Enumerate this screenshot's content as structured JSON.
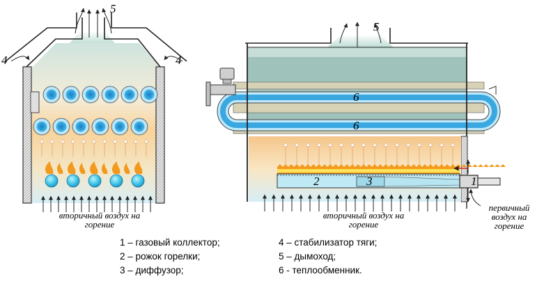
{
  "callouts": {
    "left": {
      "n4_left": "4",
      "n4_right": "4",
      "n5": "5"
    },
    "right": {
      "n5": "5",
      "n6_top": "6",
      "n6_bottom": "6",
      "n1": "1",
      "n2": "2",
      "n3": "3"
    }
  },
  "captions": {
    "left_secondary_air_line1": "вторичный воздух на",
    "left_secondary_air_line2": "горение",
    "right_secondary_air_line1": "вторичный воздух на",
    "right_secondary_air_line2": "горение",
    "primary_air_line1": "первичный",
    "primary_air_line2": "воздух на",
    "primary_air_line3": "горение"
  },
  "legend": {
    "col1": [
      "1 – газовый коллектор;",
      "2 – рожок горелки;",
      "3 – диффузор;"
    ],
    "col2": [
      "4 – стабилизатор тяги;",
      "5 – дымоход;",
      "6 - теплообменник."
    ]
  },
  "colors": {
    "flue_gas": "#9fc3bb",
    "heat_zone": "#f7c98a",
    "cool_zone": "#d8ecf2",
    "tube_blue": "#3aa4d8",
    "tube_ring": "#bfe4f4",
    "wall": "#c8c8c8",
    "flame_orange": "#f39a1e",
    "flame_yellow": "#ffe35a"
  }
}
